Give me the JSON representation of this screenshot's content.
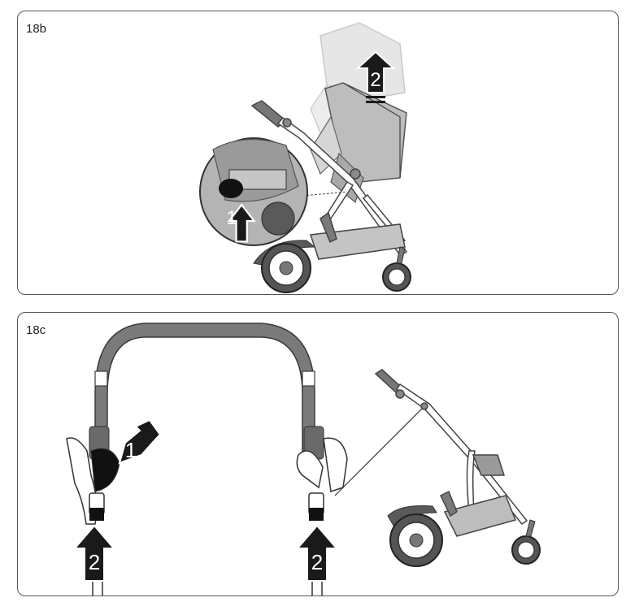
{
  "panels": [
    {
      "label": "18b",
      "steps": [
        "1",
        "2"
      ]
    },
    {
      "label": "18c",
      "steps": [
        "1",
        "2",
        "2"
      ]
    }
  ],
  "colors": {
    "border": "#555555",
    "arrow": "#1a1a1a",
    "fabric": "#bdbdbd",
    "fabric_dark": "#8a8a8a",
    "frame": "#ffffff",
    "handlebar": "#7a7a7a"
  },
  "icons": [
    "up-arrow-icon",
    "diagonal-arrow-icon",
    "hand-icon",
    "stroller-icon",
    "wheel-icon",
    "magnifier-callout-icon",
    "handlebar-icon"
  ]
}
